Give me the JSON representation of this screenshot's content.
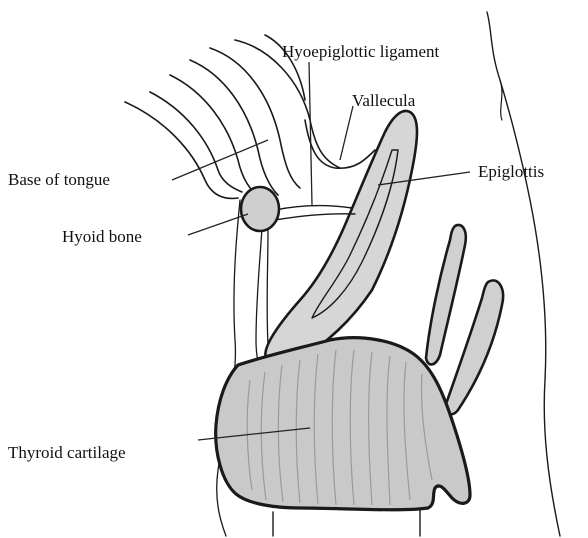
{
  "labels": {
    "hyoepiglottic_ligament": "Hyoepiglottic ligament",
    "vallecula": "Vallecula",
    "base_of_tongue": "Base of tongue",
    "epiglottis": "Epiglottis",
    "hyoid_bone": "Hyoid bone",
    "thyroid_cartilage": "Thyroid cartilage"
  },
  "colors": {
    "ink": "#1a1a1a",
    "cartilage_fill": "#c9c9c9",
    "epiglottis_fill": "#d6d6d6",
    "hyoid_fill": "#cfcfcf",
    "background": "#ffffff"
  }
}
